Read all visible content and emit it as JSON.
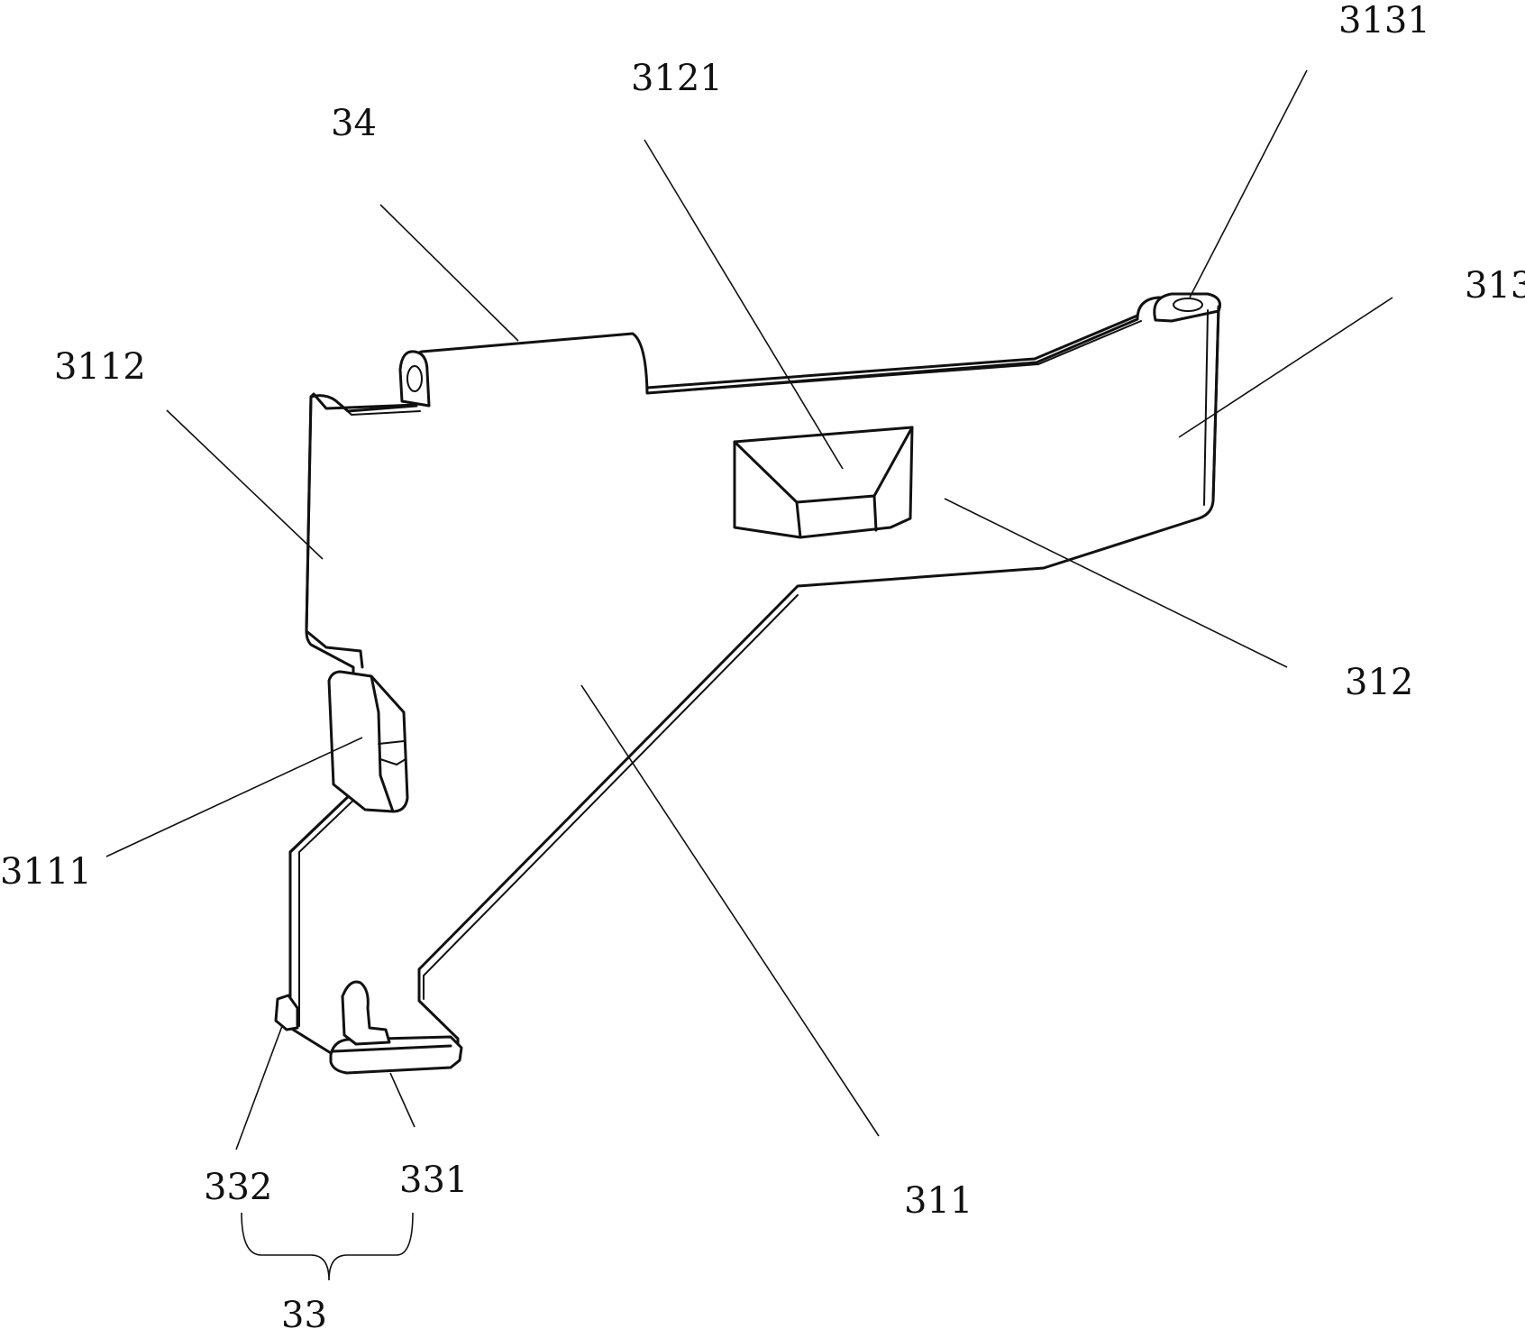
{
  "figure": {
    "labels": {
      "l3131": "3131",
      "l3121": "3121",
      "l34": "34",
      "l313": "313",
      "l3112": "3112",
      "l312": "312",
      "l3111": "3111",
      "l332": "332",
      "l331": "331",
      "l311": "311",
      "l33": "33"
    },
    "colors": {
      "line": "#111111",
      "background": "#ffffff"
    }
  }
}
